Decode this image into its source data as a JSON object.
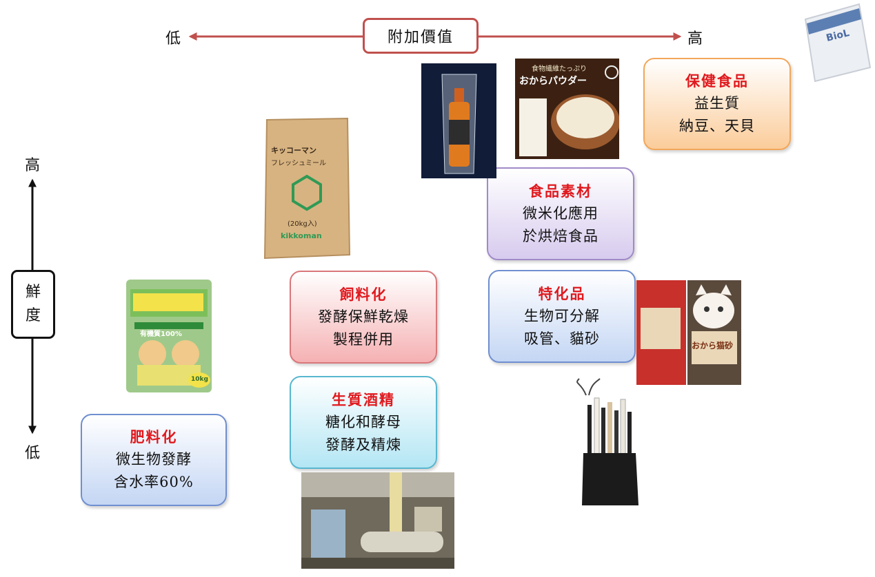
{
  "value_axis": {
    "title": "附加價值",
    "low": "低",
    "high": "高"
  },
  "freshness_axis": {
    "title_chars": [
      "鮮",
      "度"
    ],
    "high": "高",
    "low": "低"
  },
  "categories": {
    "fertilizer": {
      "title": "肥料化",
      "lines": [
        "微生物發酵",
        "含水率60%"
      ]
    },
    "feed": {
      "title": "飼料化",
      "lines": [
        "發酵保鮮乾燥",
        "製程併用"
      ]
    },
    "bioethanol": {
      "title": "生質酒精",
      "lines": [
        "糖化和酵母",
        "發酵及精煉"
      ]
    },
    "specialty": {
      "title": "特化品",
      "lines": [
        "生物可分解",
        "吸管、貓砂"
      ]
    },
    "food": {
      "title": "食品素材",
      "lines": [
        "微米化應用",
        "於烘焙食品"
      ]
    },
    "health": {
      "title": "保健食品",
      "lines": [
        "益生質",
        "納豆、天貝"
      ]
    }
  },
  "product_labels": {
    "fertilizer_bag": [
      "有機質100%",
      "10kg"
    ],
    "feed_bag": [
      "キッコーマン",
      "フレッシュミール",
      "(20kg入)",
      "kikkoman"
    ],
    "okara_powder": [
      "食物繊維たっぷり",
      "おからパウダー"
    ],
    "biol_pack": "BioL",
    "cat_litter": "おから猫砂"
  },
  "colors": {
    "title_red": "#e0191e",
    "value_arrow": "#c0504d"
  }
}
